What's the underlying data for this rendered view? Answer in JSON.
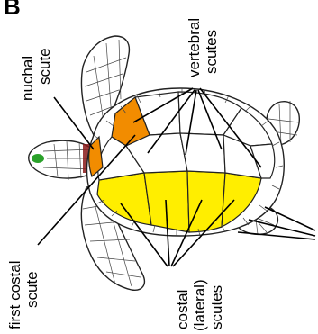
{
  "panel_letter": "B",
  "labels": {
    "nuchal": [
      "nuchal",
      "scute"
    ],
    "vertebral": [
      "vertebral",
      "scutes"
    ],
    "first_costal": [
      "first costal",
      "scute"
    ],
    "costal": [
      "costal",
      "(lateral)",
      "scutes"
    ]
  },
  "colors": {
    "vertebral_highlight": "#f28c00",
    "costal_highlight": "#ffee00",
    "head_marking": "#2aa12a",
    "nuchal_marking": "#8a1a1a"
  }
}
